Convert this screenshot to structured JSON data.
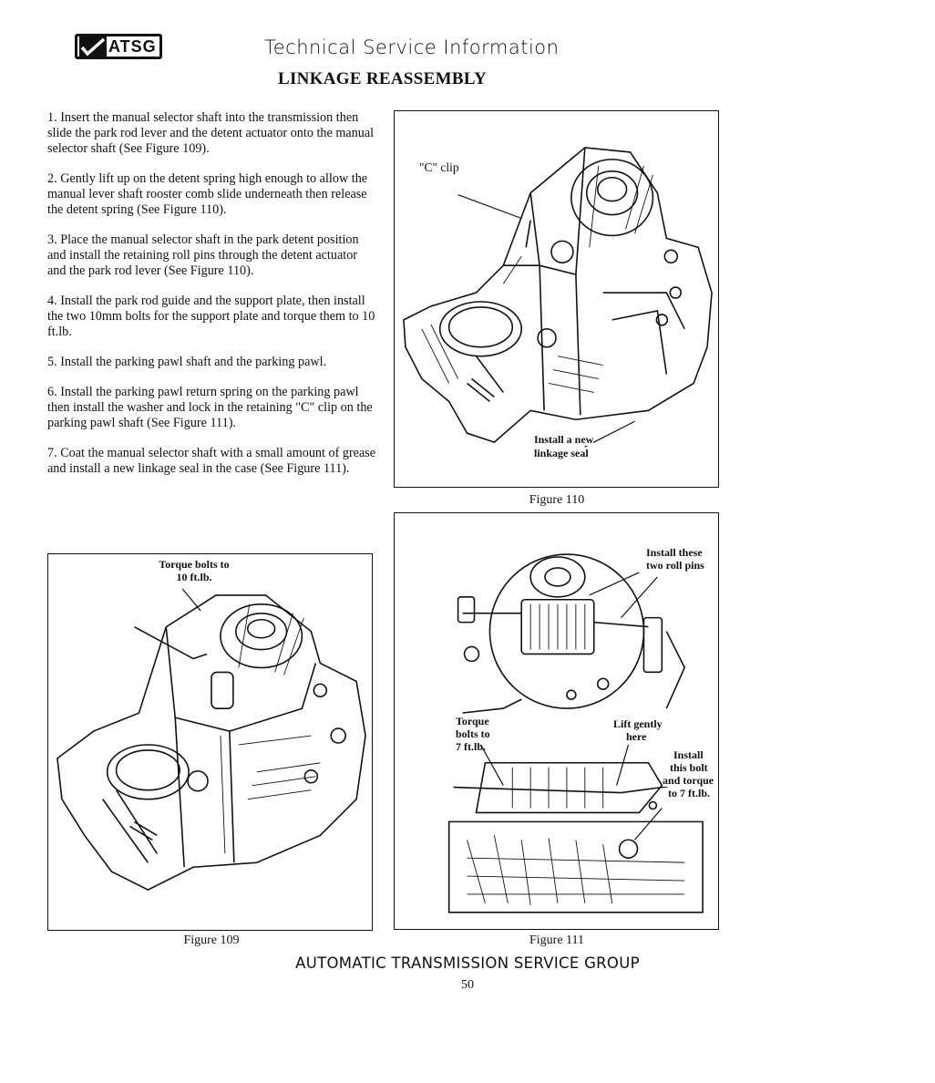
{
  "header": {
    "logo_text": "ATSG",
    "title": "Technical Service Information"
  },
  "section_title": "LINKAGE REASSEMBLY",
  "steps": [
    "1. Insert the manual selector shaft into the transmission then slide the park rod lever and the detent actuator onto the manual selector shaft (See Figure 109).",
    "2. Gently lift up on the detent spring high enough to allow the manual lever shaft rooster comb slide underneath then release the detent spring (See Figure 110).",
    "3. Place the manual selector shaft in the park detent position and install the retaining roll pins through the detent actuator and the park rod lever (See Figure 110).",
    "4. Install the park rod guide and the support plate, then install the two 10mm bolts for the support plate and torque them to 10 ft.lb.",
    "5. Install the parking pawl shaft and the parking pawl.",
    "6. Install the parking pawl return spring on the parking pawl then install the washer and lock in the retaining \"C\" clip on the parking pawl shaft (See Figure 111).",
    "7. Coat the manual selector shaft with a small amount of grease and install a new linkage seal in the case (See Figure 111)."
  ],
  "figures": {
    "fig110": {
      "caption": "Figure 110",
      "c_clip": "\"C\" clip",
      "seal_line1": "Install a new",
      "seal_line2": "linkage seal"
    },
    "fig109": {
      "caption": "Figure 109",
      "torque_line1": "Torque bolts to",
      "torque_line2": "10 ft.lb."
    },
    "fig111": {
      "caption": "Figure 111",
      "roll_line1": "Install these",
      "roll_line2": "two roll pins",
      "torque_line1": "Torque",
      "torque_line2": "bolts to",
      "torque_line3": "7 ft.lb.",
      "lift_line1": "Lift gently",
      "lift_line2": "here",
      "bolt_line1": "Install",
      "bolt_line2": "this bolt",
      "bolt_line3": "and torque",
      "bolt_line4": "to 7 ft.lb."
    }
  },
  "footer": {
    "org": "AUTOMATIC TRANSMISSION SERVICE GROUP",
    "page_number": "50"
  }
}
